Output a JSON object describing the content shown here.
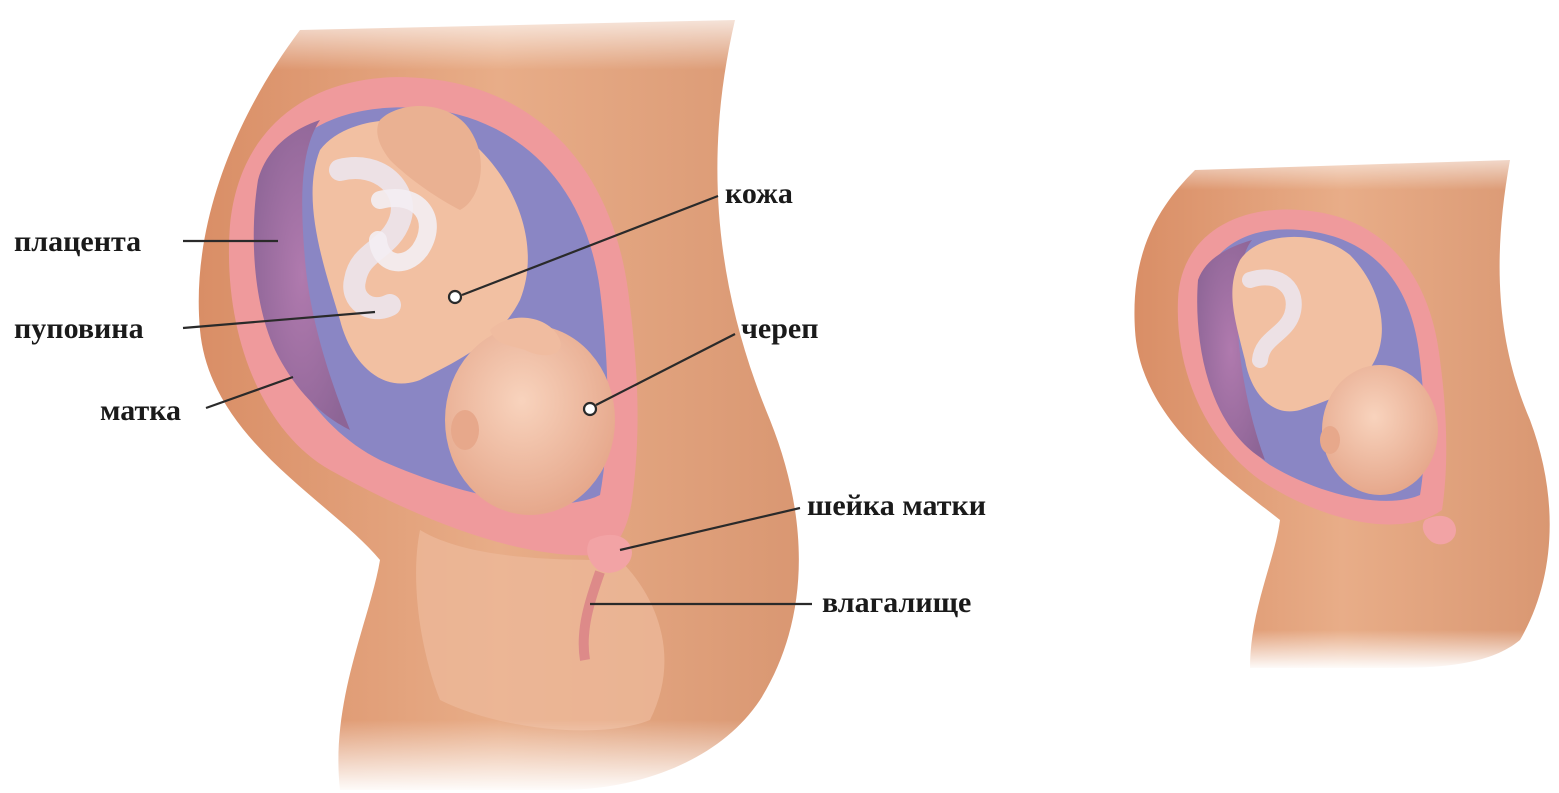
{
  "labels": {
    "placenta": "плацента",
    "umbilical_cord": "пуповина",
    "uterus": "матка",
    "skin": "кожа",
    "skull": "череп",
    "cervix": "шейка матки",
    "vagina": "влагалище"
  },
  "colors": {
    "background": "#ffffff",
    "skin_body": "#e2a27a",
    "uterus_wall": "#ef9a9c",
    "placenta": "#9a6f9e",
    "amniotic_space": "#8a86c4",
    "fetus": "#f3c2a6",
    "label_text": "#1a1a1a",
    "leader_line": "#2a2a2a"
  }
}
